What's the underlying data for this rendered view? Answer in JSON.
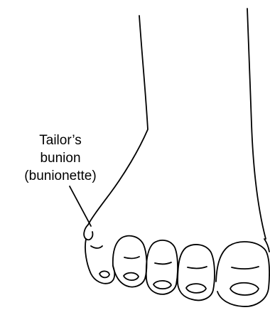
{
  "diagram": {
    "label": {
      "lines": [
        "Tailor’s",
        "bunion",
        "(bunionette)"
      ]
    },
    "colors": {
      "ink": "#000000",
      "background": "#ffffff"
    }
  }
}
